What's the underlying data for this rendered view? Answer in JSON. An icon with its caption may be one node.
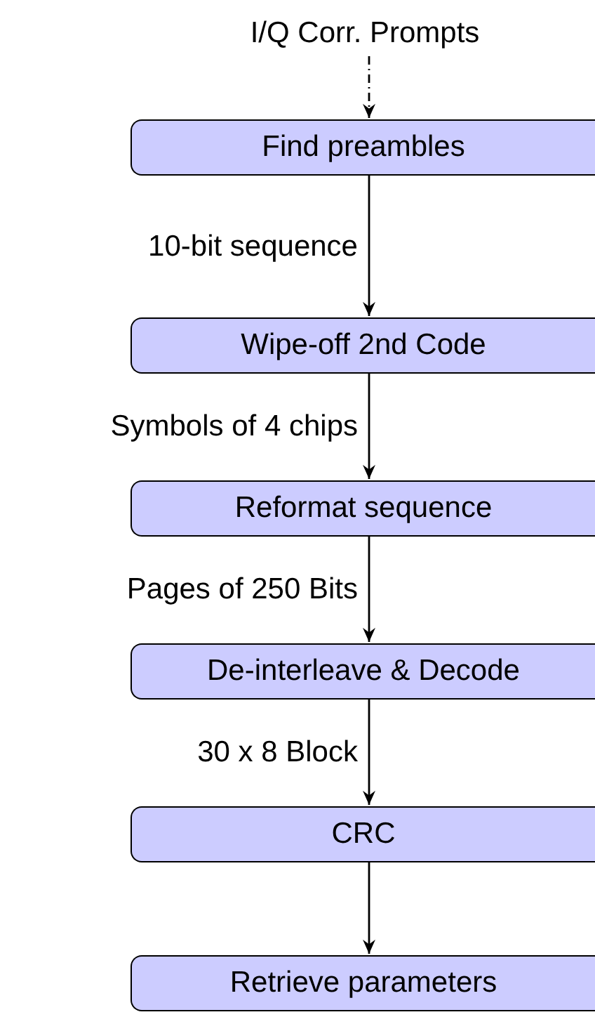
{
  "diagram": {
    "nodes": [
      {
        "text": [
          "I/Q Corr. Prompts"
        ]
      },
      {
        "text": [
          "Find preambles"
        ]
      },
      {
        "text": [
          "Wipe-off 2nd Code"
        ]
      },
      {
        "text": [
          "Reformat sequence"
        ]
      },
      {
        "text": [
          "De-interleave & Decode"
        ]
      },
      {
        "text": [
          "CRC"
        ]
      },
      {
        "text": [
          "Retrieve parameters"
        ]
      }
    ],
    "edges": [
      {
        "from": 0,
        "to": 1,
        "arrow": "to",
        "style": "dashed"
      },
      {
        "from": 1,
        "to": 2,
        "arrow": "to",
        "label": "10-bit sequence"
      },
      {
        "from": 2,
        "to": 3,
        "arrow": "to",
        "label": "Symbols of 4 chips"
      },
      {
        "from": 3,
        "to": 4,
        "arrow": "to",
        "label": "Pages of 250 Bits"
      },
      {
        "from": 4,
        "to": 5,
        "arrow": "to",
        "label": "30 x 8 Block"
      },
      {
        "from": 5,
        "to": 6,
        "arrow": "to"
      }
    ]
  }
}
